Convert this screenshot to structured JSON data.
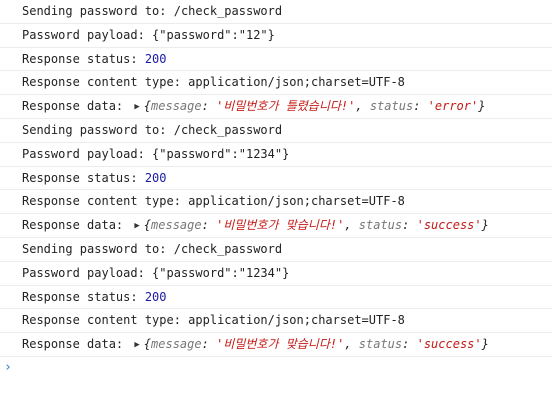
{
  "logs": [
    {
      "type": "text",
      "text": "Sending password to: /check_password"
    },
    {
      "type": "text",
      "text": "Password payload: {\"password\":\"12\"}"
    },
    {
      "type": "status",
      "label": "Response status: ",
      "value": "200"
    },
    {
      "type": "text",
      "text": "Response content type: application/json;charset=UTF-8"
    },
    {
      "type": "object",
      "label": "Response data: ",
      "open": "{",
      "key1": "message",
      "colon1": ": ",
      "val1": "'비밀번호가 틀렸습니다!'",
      "comma": ", ",
      "key2": "status",
      "colon2": ": ",
      "val2": "'error'",
      "close": "}"
    },
    {
      "type": "text",
      "text": "Sending password to: /check_password"
    },
    {
      "type": "text",
      "text": "Password payload: {\"password\":\"1234\"}"
    },
    {
      "type": "status",
      "label": "Response status: ",
      "value": "200"
    },
    {
      "type": "text",
      "text": "Response content type: application/json;charset=UTF-8"
    },
    {
      "type": "object",
      "label": "Response data: ",
      "open": "{",
      "key1": "message",
      "colon1": ": ",
      "val1": "'비밀번호가 맞습니다!'",
      "comma": ", ",
      "key2": "status",
      "colon2": ": ",
      "val2": "'success'",
      "close": "}"
    },
    {
      "type": "text",
      "text": "Sending password to: /check_password"
    },
    {
      "type": "text",
      "text": "Password payload: {\"password\":\"1234\"}"
    },
    {
      "type": "status",
      "label": "Response status: ",
      "value": "200"
    },
    {
      "type": "text",
      "text": "Response content type: application/json;charset=UTF-8"
    },
    {
      "type": "object",
      "label": "Response data: ",
      "open": "{",
      "key1": "message",
      "colon1": ": ",
      "val1": "'비밀번호가 맞습니다!'",
      "comma": ", ",
      "key2": "status",
      "colon2": ": ",
      "val2": "'success'",
      "close": "}"
    }
  ],
  "prompt": {
    "glyph": "›",
    "icon": "chevron-right-icon"
  },
  "colors": {
    "number": "#1a1aa6",
    "string": "#c41a16",
    "key": "#777777",
    "prompt": "#2d7bd6"
  }
}
